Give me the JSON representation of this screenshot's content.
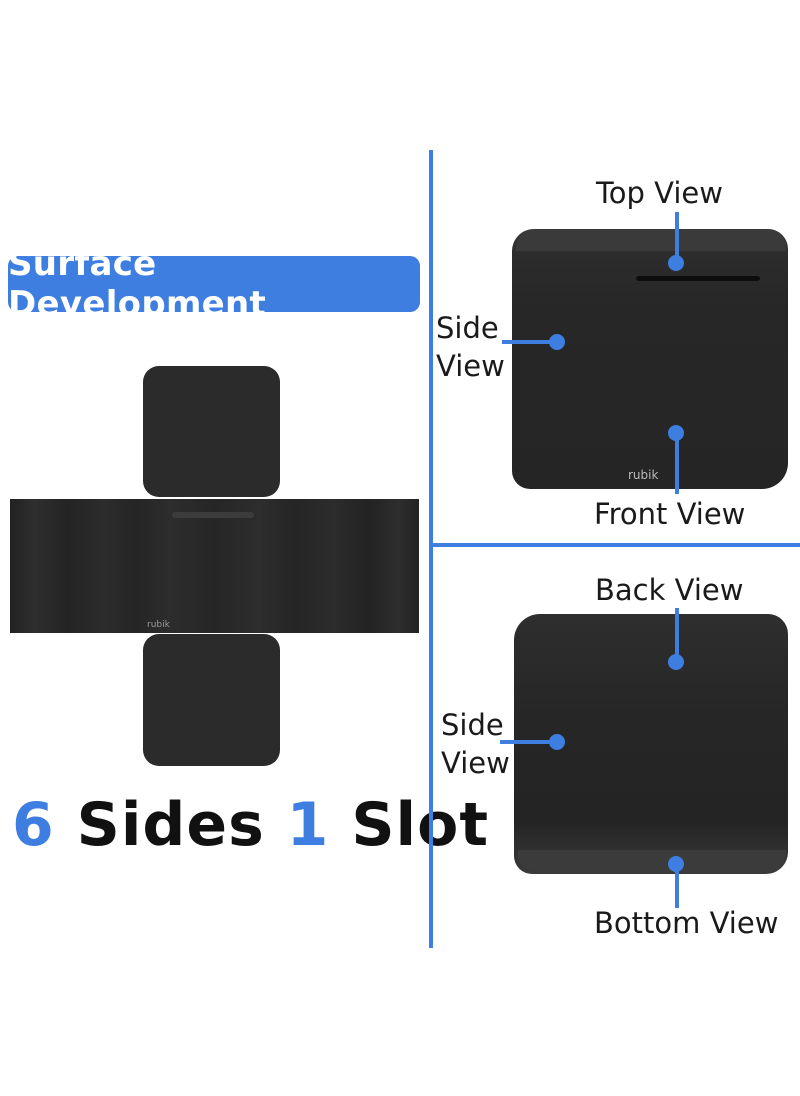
{
  "net": {
    "badge_label": "Surface Development",
    "brand": "rubik"
  },
  "headline": {
    "part1": "6",
    "part2": "Sides",
    "part3": "1",
    "part4": "Slot"
  },
  "views": {
    "top": "Top View",
    "front": "Front View",
    "side_1_line1": "Side",
    "side_1_line2": "View",
    "back": "Back View",
    "side_2_line1": "Side",
    "side_2_line2": "View",
    "bottom": "Bottom View"
  },
  "colors": {
    "accent": "#3d7ee0",
    "cube": "#262626"
  }
}
